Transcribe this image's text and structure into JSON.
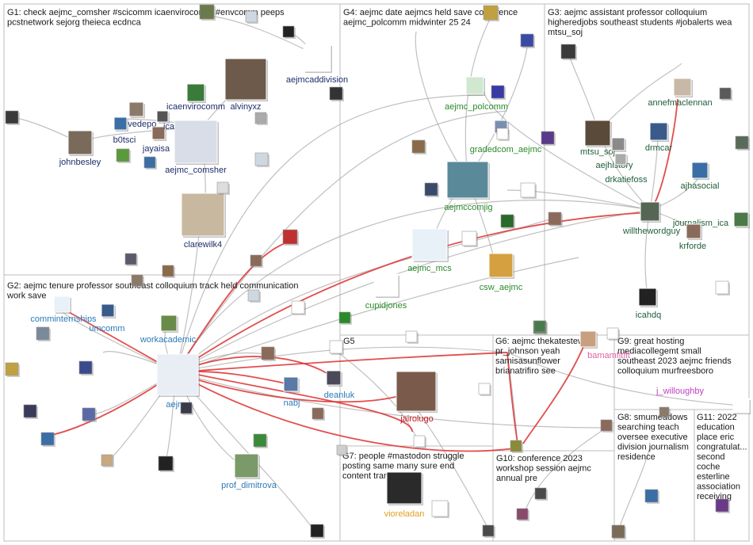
{
  "groups": [
    {
      "id": "g1",
      "title": [
        "G1: check aejmc_comsher #scicomm icaenvirocomm #envcomm peeps",
        "pcstnetwork sejorg theieca ecdnca"
      ]
    },
    {
      "id": "g4",
      "title": [
        "G4: aejmc date aejmcs held save conference",
        "aejmc_polcomm midwinter 25 24"
      ]
    },
    {
      "id": "g3",
      "title": [
        "G3: aejmc assistant professor colloquium",
        "higheredjobs southeast students #jobalerts wea",
        "mtsu_soj"
      ]
    },
    {
      "id": "g2",
      "title": [
        "G2: aejmc tenure professor southeast colloquium track held communication",
        "work save"
      ]
    },
    {
      "id": "g5",
      "title": [
        "G5"
      ]
    },
    {
      "id": "g6",
      "title": [
        "G6: aejmc thekatestewart",
        "pr_johnson yeah",
        "samisasunflower",
        "brianatrifiro see"
      ]
    },
    {
      "id": "g9",
      "title": [
        "G9: great hosting",
        "mediacollegemt small",
        "southeast 2023 aejmc friends",
        "colloquium murfreesboro"
      ]
    },
    {
      "id": "g8",
      "title": [
        "G8: smumeadows",
        "searching teach",
        "oversee executive",
        "division journalism",
        "residence"
      ]
    },
    {
      "id": "g11",
      "title": [
        "G11: 2022",
        "education",
        "place eric",
        "congratulat...",
        "second",
        "coche",
        "esterline",
        "association",
        "receiving"
      ]
    },
    {
      "id": "g7",
      "title": [
        "G7: people #mastodon struggle",
        "posting same many sure end",
        "content transition"
      ]
    },
    {
      "id": "g10",
      "title": [
        "G10: conference 2023",
        "workshop session aejmc",
        "annual pre"
      ]
    }
  ],
  "nodes": [
    {
      "id": "n_aejmc",
      "label": "aejmc",
      "color": "#2a7ab8",
      "fill": "#e9eef5"
    },
    {
      "id": "n_comsher",
      "label": "aejmc_comsher",
      "color": "#1f2d6b",
      "fill": "#d8dde8"
    },
    {
      "id": "n_alvinyxz",
      "label": "alvinyxz",
      "color": "#1f2d6b",
      "fill": "#6d5a4a"
    },
    {
      "id": "n_addivision",
      "label": "aejmcaddivision",
      "color": "#1f2d6b",
      "fill": "#ffffff"
    },
    {
      "id": "n_icaenviro",
      "label": "icaenvirocomm",
      "color": "#1f2d6b",
      "fill": "#3a7b3a"
    },
    {
      "id": "n_stevedepo",
      "label": "stevedepo",
      "color": "#1f2d6b",
      "fill": "#8a7a6a"
    },
    {
      "id": "n_b0tsci",
      "label": "b0tsci",
      "color": "#1f2d6b",
      "fill": "#3a6ea5"
    },
    {
      "id": "n_jayaisa",
      "label": "jayaisa",
      "color": "#1f2d6b",
      "fill": "#8a6a5a"
    },
    {
      "id": "n_ica",
      "label": "ica",
      "color": "#1f2d6b",
      "fill": "#555555"
    },
    {
      "id": "n_johnbesley",
      "label": "johnbesley",
      "color": "#1f2d6b",
      "fill": "#7a6a5a"
    },
    {
      "id": "n_clarewilk",
      "label": "clarewilk4",
      "color": "#1f2d6b",
      "fill": "#c9b8a0"
    },
    {
      "id": "n_polcomm",
      "label": "aejmc_polcomm",
      "color": "#2a8a2a",
      "fill": "#cfe8cf"
    },
    {
      "id": "n_gradedcom",
      "label": "gradedcom_aejmc",
      "color": "#2a8a2a",
      "fill": "#7a8fb0"
    },
    {
      "id": "n_comjig",
      "label": "aejmccomjig",
      "color": "#2a8a2a",
      "fill": "#5a8a9a"
    },
    {
      "id": "n_mcs",
      "label": "aejmc_mcs",
      "color": "#2a8a2a",
      "fill": "#e8f0f8"
    },
    {
      "id": "n_csw",
      "label": "csw_aejmc",
      "color": "#2a8a2a",
      "fill": "#d4a040"
    },
    {
      "id": "n_cupidjones",
      "label": "cupidjones",
      "color": "#2a8a2a",
      "fill": "#ffffff"
    },
    {
      "id": "n_annefm",
      "label": "annefmaclennan",
      "color": "#1e5e3a",
      "fill": "#c8b8a8"
    },
    {
      "id": "n_drmcar",
      "label": "drmcar",
      "color": "#1e5e3a",
      "fill": "#3a5a8a"
    },
    {
      "id": "n_mtsusoj",
      "label": "mtsu_soj",
      "color": "#1e5e3a",
      "fill": "#5a4a3a"
    },
    {
      "id": "n_aejhistory",
      "label": "aejhistory",
      "color": "#1e5e3a",
      "fill": "#8a8a8a"
    },
    {
      "id": "n_drkatiefoss",
      "label": "drkatiefoss",
      "color": "#1e5e3a",
      "fill": "#aaaaaa"
    },
    {
      "id": "n_willthe",
      "label": "willthewordguy",
      "color": "#1e5e3a",
      "fill": "#556655"
    },
    {
      "id": "n_ajhasocial",
      "label": "ajhasocial",
      "color": "#1e5e3a",
      "fill": "#3a6ea5"
    },
    {
      "id": "n_journalism",
      "label": "journalism_ica",
      "color": "#1e5e3a",
      "fill": "#4a7a4a"
    },
    {
      "id": "n_krforde",
      "label": "krforde",
      "color": "#1e5e3a",
      "fill": "#8a6a5a"
    },
    {
      "id": "n_icahdq",
      "label": "icahdq",
      "color": "#1e5e3a",
      "fill": "#222222"
    },
    {
      "id": "n_comminternships",
      "label": "comminternships",
      "color": "#2a7ab8",
      "fill": "#e8f0f8"
    },
    {
      "id": "n_umcomm",
      "label": "umcomm",
      "color": "#2a7ab8",
      "fill": "#3a5a8a"
    },
    {
      "id": "n_workacademic",
      "label": "workacademic",
      "color": "#2a7ab8",
      "fill": "#6a8a4a"
    },
    {
      "id": "n_nabj",
      "label": "nabj",
      "color": "#2a7ab8",
      "fill": "#5a7aa5"
    },
    {
      "id": "n_deanluk",
      "label": "deanluk",
      "color": "#2a7ab8",
      "fill": "#4a4a5a"
    },
    {
      "id": "n_profdim",
      "label": "prof_dimitrova",
      "color": "#2a7ab8",
      "fill": "#7a9a6a"
    },
    {
      "id": "n_jairolugo",
      "label": "jairolugo",
      "color": "#c0161b",
      "fill": "#7a5a4a"
    },
    {
      "id": "n_bamam",
      "label": "bamamfitfit",
      "color": "#e060a0",
      "fill": "#c8a080"
    },
    {
      "id": "n_jwill",
      "label": "j_willoughby",
      "color": "#c040c0",
      "fill": "#ffffff"
    },
    {
      "id": "n_vioreladan",
      "label": "vioreladan",
      "color": "#e0a020",
      "fill": "#2a2a2a"
    }
  ]
}
